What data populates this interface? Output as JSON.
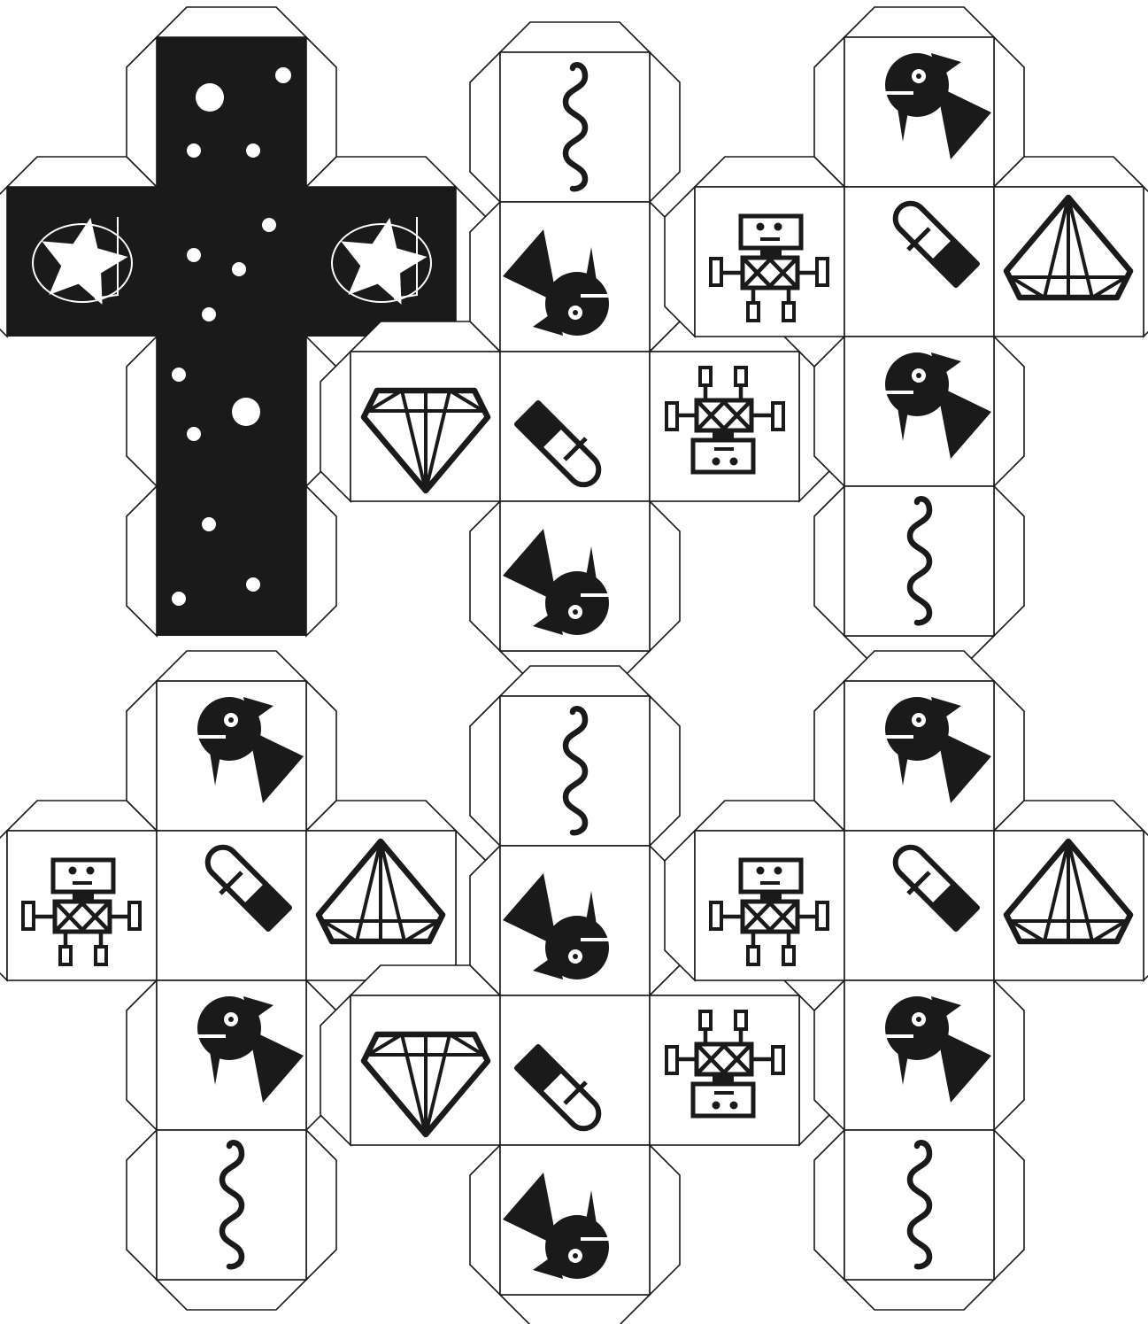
{
  "sheet": {
    "title": "",
    "colors": {
      "ink": "#1a1a1a",
      "paper": "#ffffff"
    }
  },
  "nets": [
    {
      "name": "back-cover-net",
      "style": "cover"
    },
    {
      "name": "net-2",
      "faces": [
        {
          "col": 1,
          "row": 0,
          "icon": "squiggle-icon",
          "rot": 0
        },
        {
          "col": 1,
          "row": 1,
          "icon": "bird-icon",
          "rot": 180
        },
        {
          "col": 0,
          "row": 2,
          "icon": "diamond-icon",
          "rot": 270
        },
        {
          "col": 1,
          "row": 2,
          "icon": "pill-icon",
          "rot": 180
        },
        {
          "col": 2,
          "row": 2,
          "icon": "robot-icon",
          "rot": 90
        },
        {
          "col": 1,
          "row": 3,
          "icon": "bird-icon",
          "rot": 180
        }
      ]
    },
    {
      "name": "net-3",
      "faces": [
        {
          "col": 1,
          "row": 0,
          "icon": "bird-icon",
          "rot": 0
        },
        {
          "col": 0,
          "row": 1,
          "icon": "robot-icon",
          "rot": 270
        },
        {
          "col": 1,
          "row": 1,
          "icon": "pill-icon",
          "rot": 0
        },
        {
          "col": 2,
          "row": 1,
          "icon": "diamond-icon",
          "rot": 90
        },
        {
          "col": 1,
          "row": 2,
          "icon": "bird-icon",
          "rot": 0
        },
        {
          "col": 1,
          "row": 3,
          "icon": "squiggle-icon",
          "rot": 0
        }
      ]
    },
    {
      "name": "net-4",
      "faces": [
        {
          "col": 1,
          "row": 0,
          "icon": "bird-icon",
          "rot": 0
        },
        {
          "col": 0,
          "row": 1,
          "icon": "robot-icon",
          "rot": 270
        },
        {
          "col": 1,
          "row": 1,
          "icon": "pill-icon",
          "rot": 0
        },
        {
          "col": 2,
          "row": 1,
          "icon": "diamond-icon",
          "rot": 90
        },
        {
          "col": 1,
          "row": 2,
          "icon": "bird-icon",
          "rot": 0
        },
        {
          "col": 1,
          "row": 3,
          "icon": "squiggle-icon",
          "rot": 0
        }
      ]
    },
    {
      "name": "net-5",
      "faces": [
        {
          "col": 1,
          "row": 0,
          "icon": "squiggle-icon",
          "rot": 0
        },
        {
          "col": 1,
          "row": 1,
          "icon": "bird-icon",
          "rot": 180
        },
        {
          "col": 0,
          "row": 2,
          "icon": "diamond-icon",
          "rot": 270
        },
        {
          "col": 1,
          "row": 2,
          "icon": "pill-icon",
          "rot": 180
        },
        {
          "col": 2,
          "row": 2,
          "icon": "robot-icon",
          "rot": 90
        },
        {
          "col": 1,
          "row": 3,
          "icon": "bird-icon",
          "rot": 180
        }
      ]
    },
    {
      "name": "net-6",
      "faces": [
        {
          "col": 1,
          "row": 0,
          "icon": "bird-icon",
          "rot": 0
        },
        {
          "col": 0,
          "row": 1,
          "icon": "robot-icon",
          "rot": 270
        },
        {
          "col": 1,
          "row": 1,
          "icon": "pill-icon",
          "rot": 0
        },
        {
          "col": 2,
          "row": 1,
          "icon": "diamond-icon",
          "rot": 90
        },
        {
          "col": 1,
          "row": 2,
          "icon": "bird-icon",
          "rot": 0
        },
        {
          "col": 1,
          "row": 3,
          "icon": "squiggle-icon",
          "rot": 0
        }
      ]
    }
  ]
}
